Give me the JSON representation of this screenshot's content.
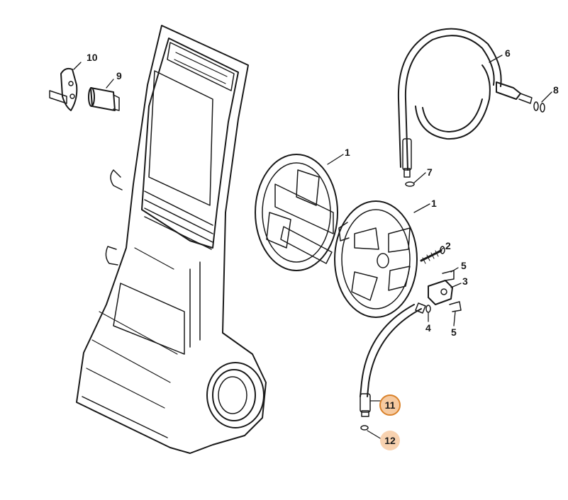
{
  "callouts": [
    {
      "id": "c10",
      "label": "10",
      "highlight": "none"
    },
    {
      "id": "c9",
      "label": "9",
      "highlight": "none"
    },
    {
      "id": "c6",
      "label": "6",
      "highlight": "none"
    },
    {
      "id": "c8",
      "label": "8",
      "highlight": "none"
    },
    {
      "id": "c7",
      "label": "7",
      "highlight": "none"
    },
    {
      "id": "c1a",
      "label": "1",
      "highlight": "none"
    },
    {
      "id": "c1b",
      "label": "1",
      "highlight": "none"
    },
    {
      "id": "c2",
      "label": "2",
      "highlight": "none"
    },
    {
      "id": "c5a",
      "label": "5",
      "highlight": "none"
    },
    {
      "id": "c3",
      "label": "3",
      "highlight": "none"
    },
    {
      "id": "c4",
      "label": "4",
      "highlight": "none"
    },
    {
      "id": "c5b",
      "label": "5",
      "highlight": "none"
    },
    {
      "id": "c11",
      "label": "11",
      "highlight": "selected"
    },
    {
      "id": "c12",
      "label": "12",
      "highlight": "hover"
    }
  ],
  "colors": {
    "line": "#1a1a1a",
    "highlight_fill": "#f6caa0",
    "highlight_ring": "#d9822b",
    "hover_fill": "#f8d2b0"
  }
}
